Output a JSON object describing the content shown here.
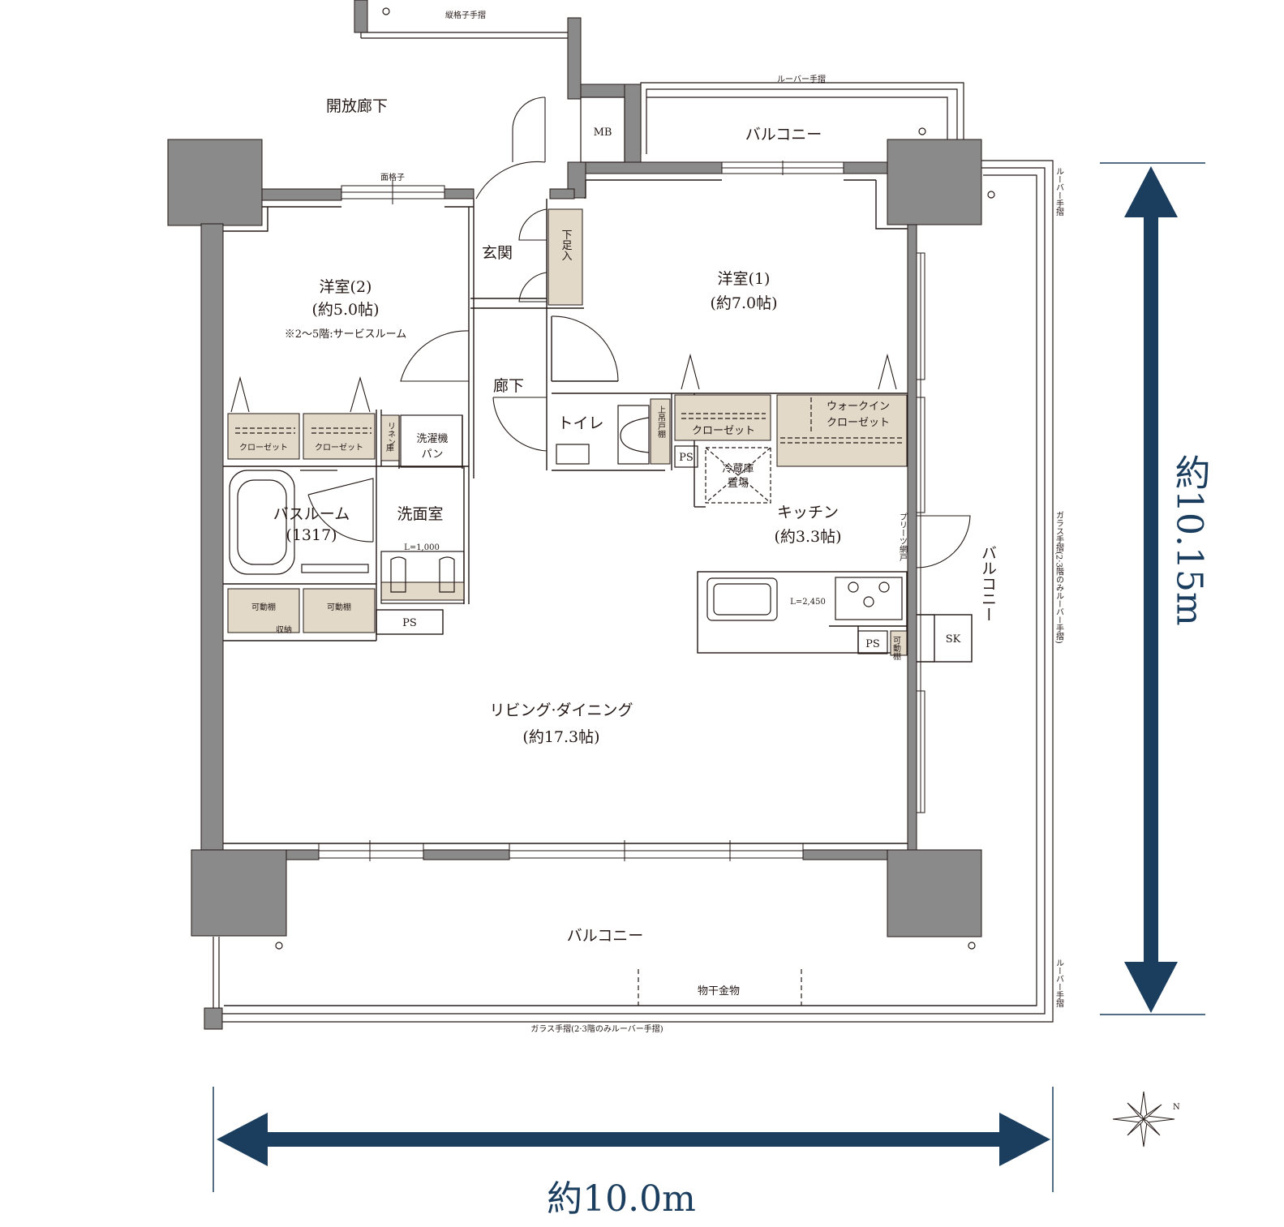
{
  "rooms": {
    "open_corridor": "開放廊下",
    "western2_name": "洋室(2)",
    "western2_size": "(約5.0帖)",
    "western2_note": "※2〜5階:サービスルーム",
    "western1_name": "洋室(1)",
    "western1_size": "(約7.0帖)",
    "entrance": "玄関",
    "hallway": "廊下",
    "toilet": "トイレ",
    "bathroom_name": "バスルーム",
    "bathroom_size": "(1317)",
    "washroom": "洗面室",
    "kitchen_name": "キッチン",
    "kitchen_size": "(約3.3帖)",
    "living_name": "リビング·ダイニング",
    "living_size": "(約17.3帖)"
  },
  "fixtures": {
    "mb": "MB",
    "shoe_cabinet": "下足入",
    "closet": "クローゼット",
    "walk_in_line1": "ウォークイン",
    "walk_in_line2": "クローゼット",
    "linen_line1": "リネン",
    "linen_line2": "庫",
    "washer_line1": "洗濯機",
    "washer_line2": "パン",
    "upper_shelf": "上吊戸棚",
    "ps": "PS",
    "fridge_line1": "冷蔵庫",
    "fridge_line2": "置場",
    "vanity_length": "L=1,000",
    "kitchen_length": "L=2,450",
    "movable_shelf": "可動棚",
    "storage": "収納",
    "pleated_screen": "プリーツ網戸",
    "sk": "SK"
  },
  "exterior": {
    "balcony_label": "バルコニー",
    "balcony_side_label": "バルコニー",
    "vertical_lattice_handrail": "縦格子手摺",
    "louver_handrail": "ルーバー手摺",
    "face_lattice": "面格子",
    "glass_handrail_right": "ガラス手摺(2·3階のみルーバー手摺)",
    "glass_handrail_bottom": "ガラス手摺(2·3階のみルーバー手摺)",
    "drying_hardware": "物干金物"
  },
  "dimensions": {
    "width": "約10.0m",
    "depth": "約10.15m"
  },
  "compass": {
    "north": "N"
  },
  "colors": {
    "wall": "#8a8a8b",
    "storage_fill": "#e3d9c9",
    "dimension_arrow": "#1b3e5f",
    "line": "#231815"
  }
}
